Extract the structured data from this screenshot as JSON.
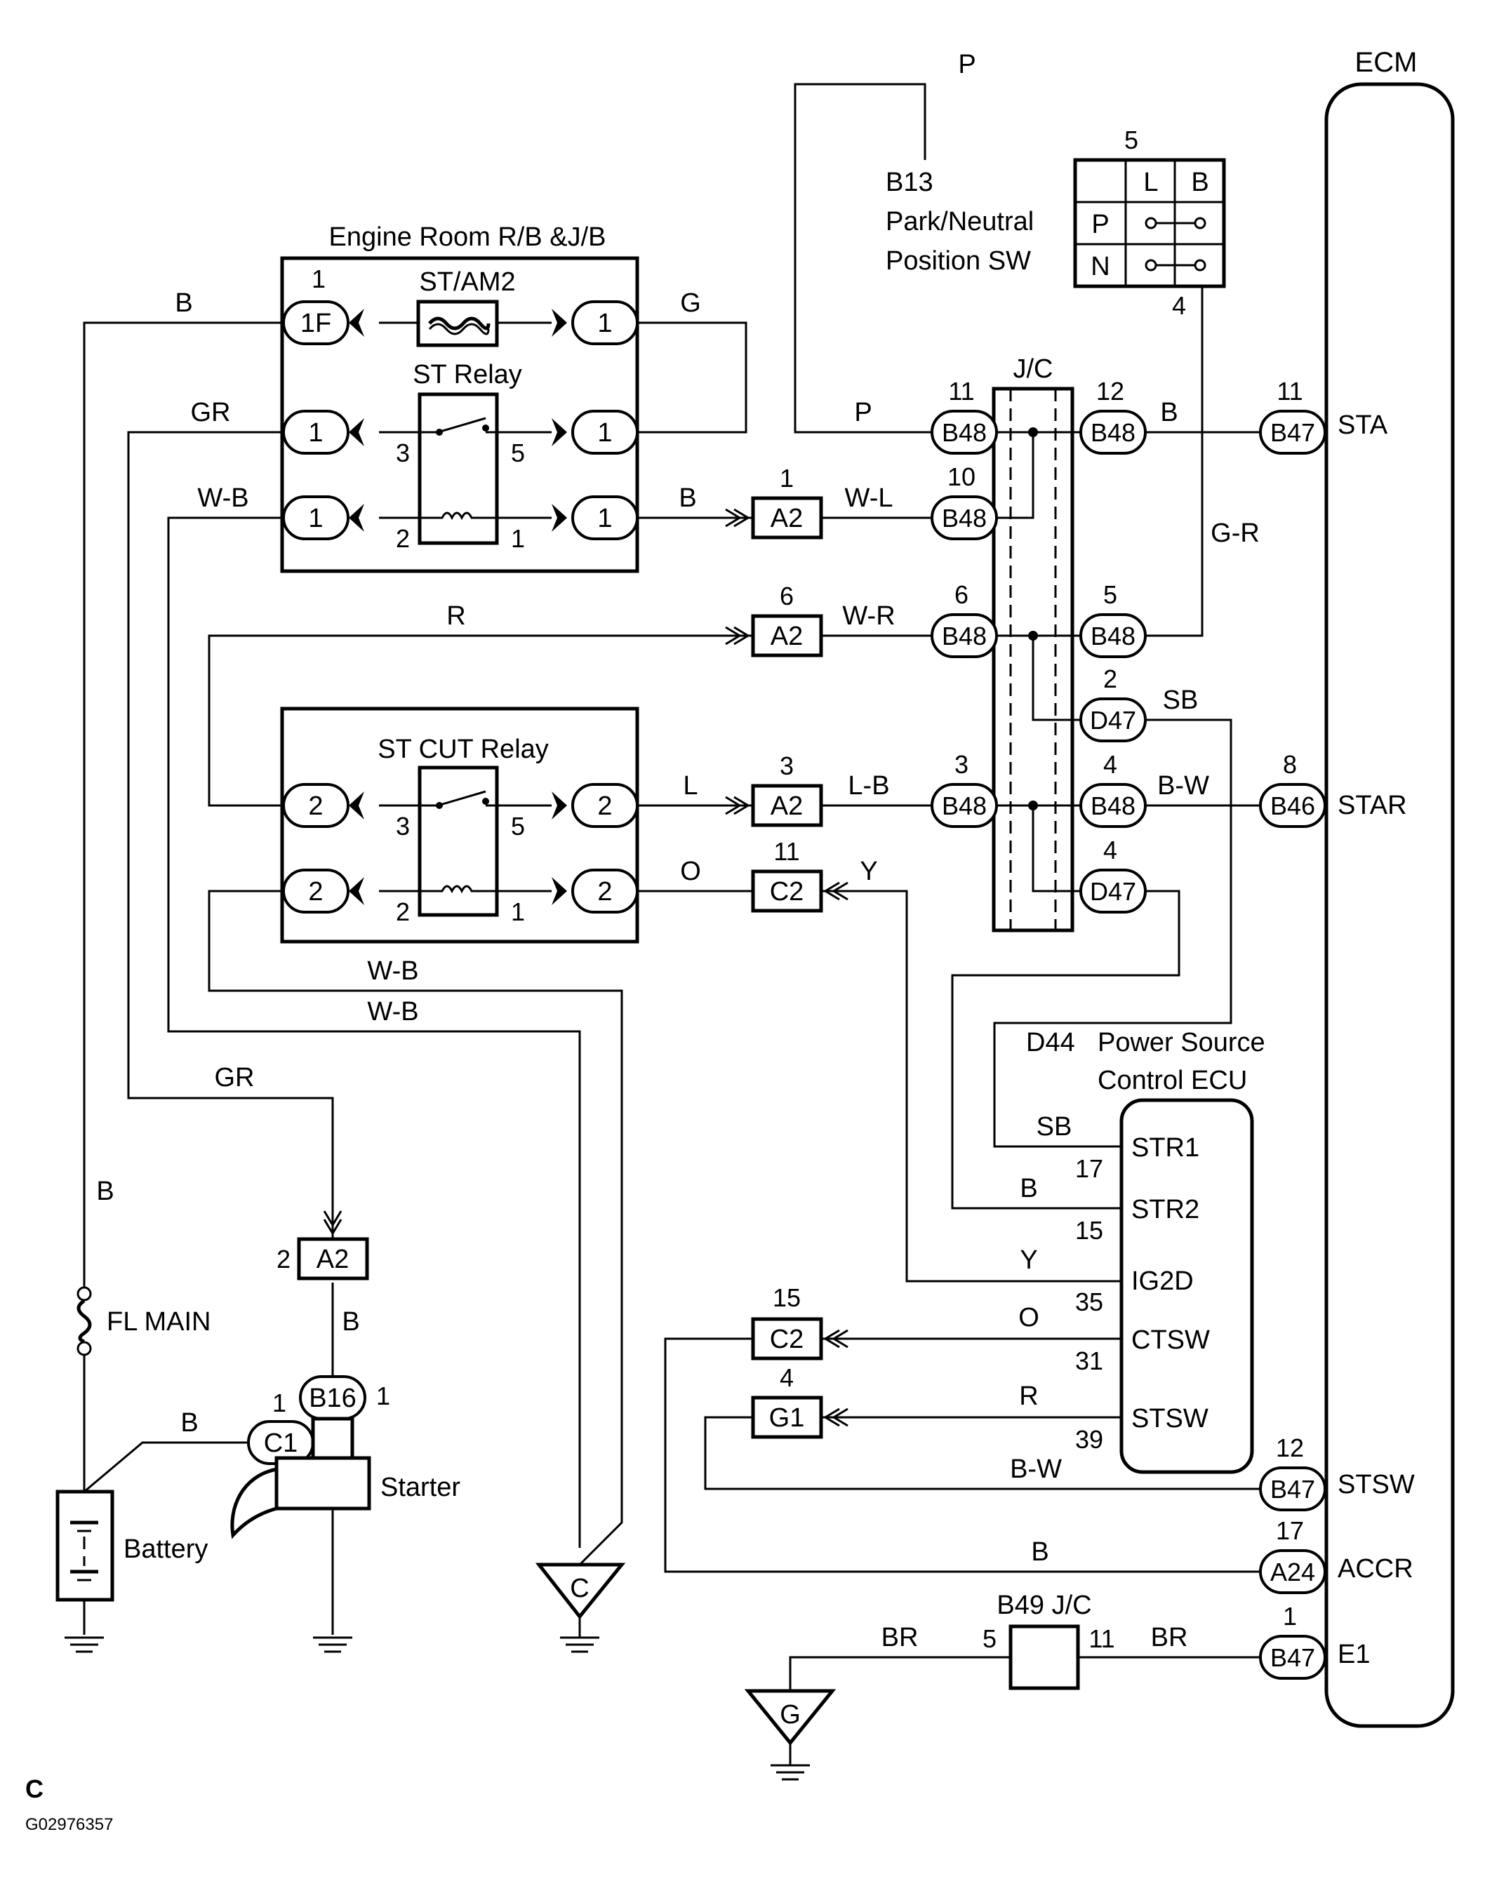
{
  "colors": {
    "ink": "#000000",
    "paper": "#ffffff"
  },
  "labels": {
    "ecm": "ECM",
    "b13": "B13",
    "park_line1": "Park/Neutral",
    "park_line2": "Position SW",
    "engine_room": "Engine Room R/B &J/B",
    "st_am2": "ST/AM2",
    "st_relay": "ST Relay",
    "jc": "J/C",
    "st_cut_relay": "ST CUT Relay",
    "d44": "D44",
    "power_source_line1": "Power Source",
    "power_source_line2": "Control ECU",
    "b49_jc": "B49 J/C",
    "fl_main": "FL MAIN",
    "battery": "Battery",
    "starter": "Starter",
    "ground_c": "C",
    "ground_g": "G",
    "page_letter": "C",
    "figure_code": "G02976357"
  },
  "switch_table": {
    "header_l": "L",
    "header_b": "B",
    "row_p": "P",
    "row_n": "N"
  },
  "wires": {
    "p": "P",
    "b": "B",
    "g": "G",
    "gr": "GR",
    "wb": "W-B",
    "r": "R",
    "l": "L",
    "o": "O",
    "y": "Y",
    "wl": "W-L",
    "wr": "W-R",
    "lb": "L-B",
    "gr_dash": "G-R",
    "sb": "SB",
    "bw": "B-W",
    "br": "BR"
  },
  "connectors": {
    "1f": "1F",
    "one": "1",
    "two": "2",
    "b48": "B48",
    "b47": "B47",
    "b46": "B46",
    "d47": "D47",
    "a2": "A2",
    "c2": "C2",
    "g1": "G1",
    "c1": "C1",
    "b16": "B16",
    "a24": "A24"
  },
  "pins": {
    "p1": "1",
    "p2": "2",
    "p3": "3",
    "p4": "4",
    "p5": "5",
    "p6": "6",
    "p8": "8",
    "p10": "10",
    "p11": "11",
    "p12": "12",
    "p15": "15",
    "p17": "17",
    "p31": "31",
    "p35": "35",
    "p39": "39"
  },
  "ecm_terminals": {
    "sta": "STA",
    "star": "STAR",
    "stsw": "STSW",
    "accr": "ACCR",
    "e1": "E1"
  },
  "psc_terminals": {
    "str1": "STR1",
    "str2": "STR2",
    "ig2d": "IG2D",
    "ctsw": "CTSW",
    "stsw": "STSW"
  }
}
